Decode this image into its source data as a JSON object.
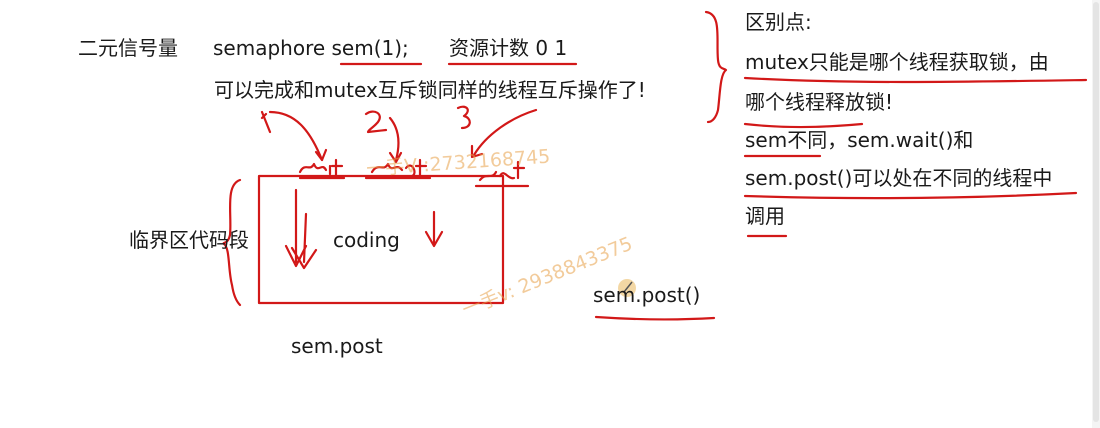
{
  "board": {
    "title_label": "二元信号量",
    "code_decl": "semaphore sem(1);",
    "count_note": "资源计数 0 1",
    "note_mutex_ok": "可以完成和mutex互斥锁同样的线程互斥操作了!",
    "critical_section_label": "临界区代码段",
    "box_text": "coding",
    "sem_post_below": "sem.post",
    "sem_post_call": "sem.post()",
    "hand_step_1": "1",
    "hand_step_2": "2",
    "hand_step_3": "3",
    "hand_wait_1": "wait",
    "hand_wait_2": "wait",
    "hand_wait_3": "wait"
  },
  "differences": {
    "heading": "区别点:",
    "lines": [
      "mutex只能是哪个线程获取锁，由",
      "哪个线程释放锁!",
      "sem不同，sem.wait()和",
      "sem.post()可以处在不同的线程中",
      "调用"
    ]
  },
  "watermarks": [
    "一手V :2732168745",
    "一手v: 2938843375"
  ],
  "colors": {
    "ink_red": "#d21818",
    "text": "#1a1a1a",
    "watermark": "#e8a24a"
  }
}
